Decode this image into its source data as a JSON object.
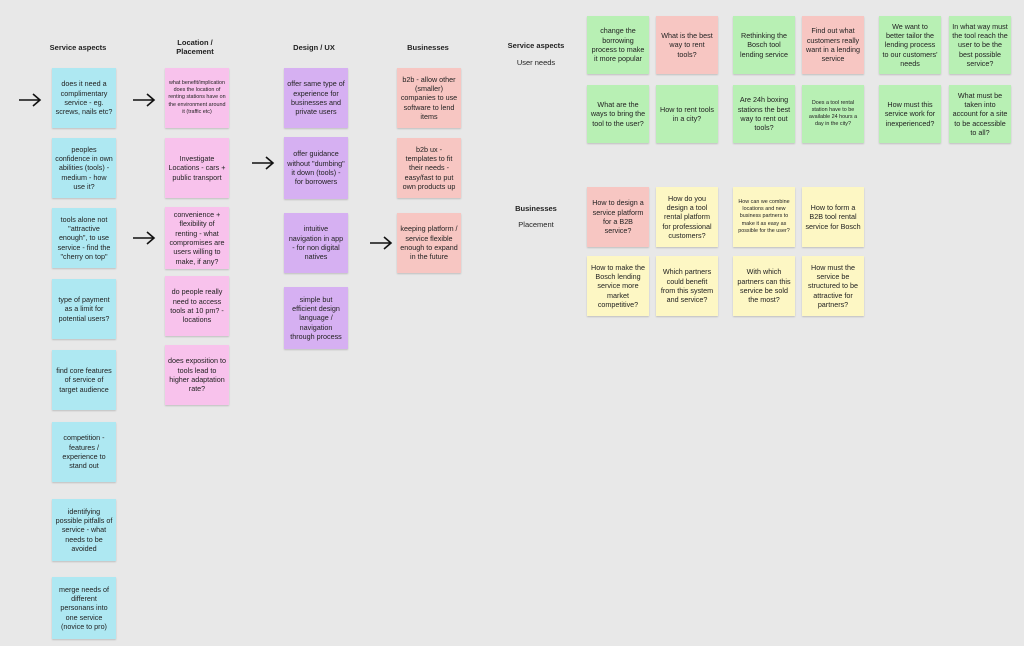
{
  "headers": {
    "service_aspects": "Service aspects",
    "location": "Location /\nPlacement",
    "design": "Design / UX",
    "businesses": "Businesses",
    "right_service": "Service aspects",
    "right_service_sub": "User needs",
    "right_businesses": "Businesses",
    "right_businesses_sub": "Placement"
  },
  "blue": [
    "does it need a complimentary service - eg. screws, nails etc?",
    "peoples confidence in own abilities (tools) - medium - how use it?",
    "tools alone not \"attractive enough\", to use service - find the \"cherry on top\"",
    "type of payment as a limit for potential users?",
    "find core features of service of target audience",
    "competition - features / experience to stand out",
    "identifying possible pitfalls of service - what needs to be avoided",
    "merge needs of different personans into one service (novice to pro)"
  ],
  "pink": [
    "what benefit/implication does the location of renting stations have on the environment around it (traffic etc)",
    "Investigate Locations - cars + public transport",
    "convenience + flexibility of renting - what compromises are users willing to make, if any?",
    "do people really need to access tools at 10 pm? - locations",
    "does exposition to tools lead to higher adaptation rate?"
  ],
  "purple": [
    "offer same type of experience for businesses and private users",
    "offer guidance without \"dumbing\" it down (tools) - for borrowers",
    "intuitive navigation in app - for non digital natives",
    "simple but efficient design language / navigation through process"
  ],
  "salmon": [
    "b2b - allow other (smaller) companies to use software to lend items",
    "b2b ux - templates to fit their needs - easy/fast to put own products up",
    "keeping platform / service flexible enough to expand in the future"
  ],
  "user_needs_row1": [
    "change the borrowing process to make it more popular",
    "What is the best way to rent tools?",
    "Rethinking the Bosch tool lending service",
    "Find out what customers really want in a lending service",
    "We want to better tailor the lending process to our customers' needs",
    "In what way must the tool reach the user to be the best possible service?"
  ],
  "user_needs_row2": [
    "What are the ways to bring the tool to the user?",
    "How to rent tools in a city?",
    "Are 24h boxing stations the best way to rent out tools?",
    "Does a tool rental station have to be available 24 hours a day in the city?",
    "How must this service work for inexperienced?",
    "What must be taken into account for a site to be accessible to all?"
  ],
  "placement_row1": [
    "How to design a service platform for a B2B service?",
    "How do you design a tool rental platform for professional customers?",
    "How can we combine locations and new business partners to make it as easy as possible for the user?",
    "How to form a B2B tool rental service for Bosch"
  ],
  "placement_row2": [
    "How to make the Bosch lending service more market competitive?",
    "Which partners could benefit from this system and service?",
    "With which partners can this service be sold the most?",
    "How must the service be structured to be attractive for partners?"
  ],
  "colors": {
    "background": "#e8e8e8",
    "blue": "#aee8f2",
    "pink": "#f8c2ec",
    "purple": "#d6b0f2",
    "salmon": "#f7c6c2",
    "green": "#b8f0b4",
    "yellow": "#fdf7c4"
  },
  "icons": [
    "arrow-right-icon"
  ]
}
